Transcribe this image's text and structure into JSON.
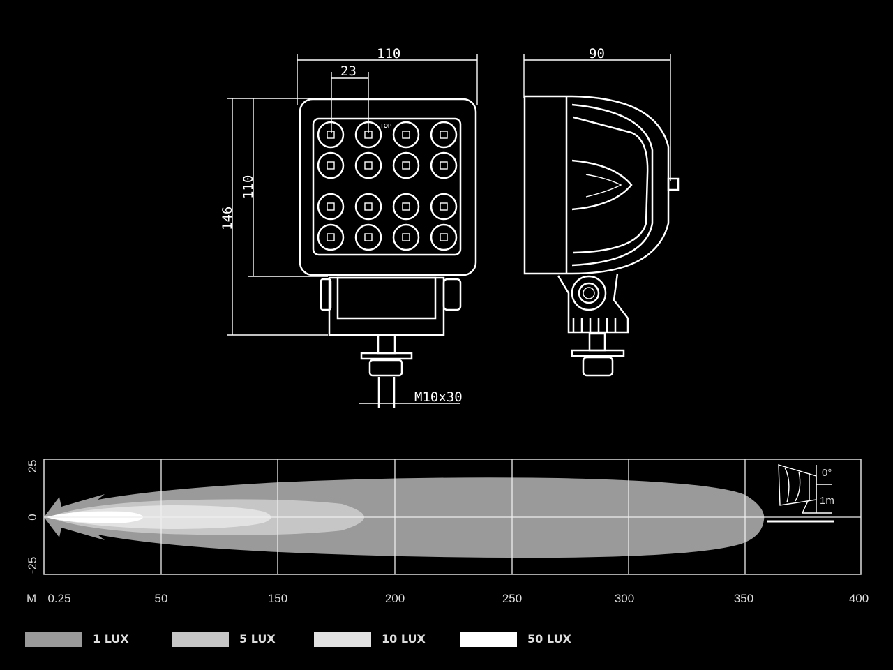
{
  "drawing": {
    "front_width": "110",
    "led_pitch": "23",
    "top_marker": "TOP",
    "total_height": "146",
    "housing_height": "110",
    "side_depth": "90",
    "bolt": "M10x30"
  },
  "chart_data": {
    "type": "area",
    "title": "",
    "xlabel": "M",
    "ylabel": "",
    "x_ticks": [
      "0.25",
      "50",
      "150",
      "200",
      "250",
      "300",
      "350",
      "400"
    ],
    "y_ticks": [
      "25",
      "0",
      "-25"
    ],
    "ylim": [
      -25,
      25
    ],
    "grid": true,
    "inset": {
      "angle_label": "0°",
      "height_label": "1m"
    },
    "series": [
      {
        "name": "1 LUX",
        "color": "#9a9a9a",
        "reach_m": 355,
        "max_half_width_m": 17
      },
      {
        "name": "5 LUX",
        "color": "#c6c6c6",
        "reach_m": 188,
        "max_half_width_m": 8
      },
      {
        "name": "10 LUX",
        "color": "#e2e2e2",
        "reach_m": 148,
        "max_half_width_m": 6
      },
      {
        "name": "50 LUX",
        "color": "#ffffff",
        "reach_m": 40,
        "max_half_width_m": 3
      }
    ],
    "legend": [
      {
        "label": "1 LUX",
        "color": "#9a9a9a"
      },
      {
        "label": "5 LUX",
        "color": "#c6c6c6"
      },
      {
        "label": "10 LUX",
        "color": "#e2e2e2"
      },
      {
        "label": "50 LUX",
        "color": "#ffffff"
      }
    ],
    "legend_position": "bottom"
  }
}
